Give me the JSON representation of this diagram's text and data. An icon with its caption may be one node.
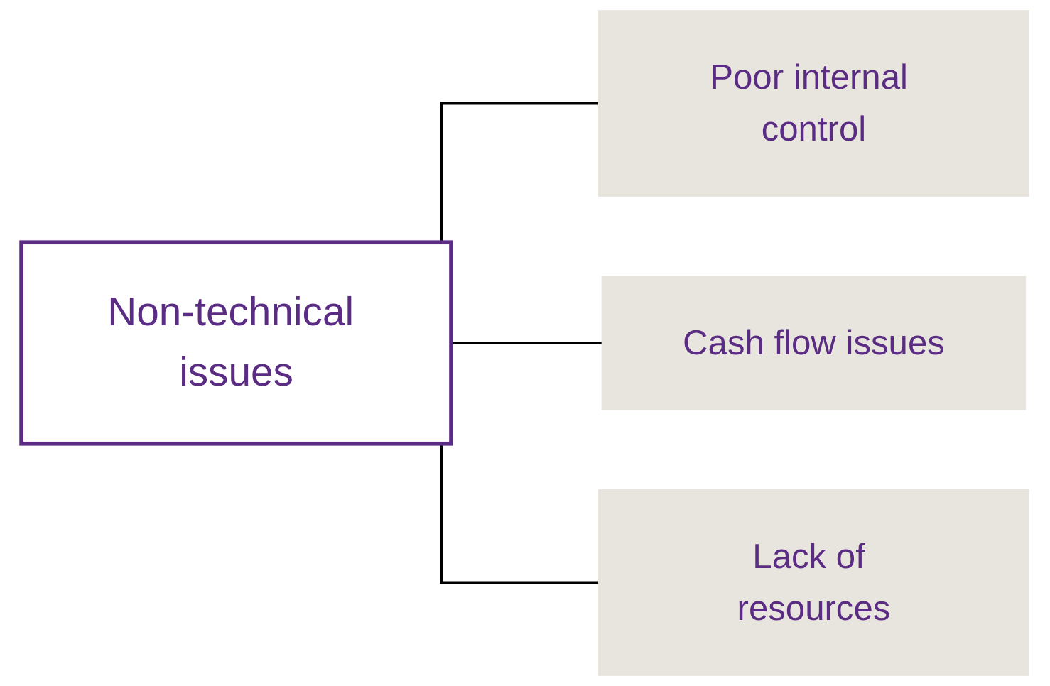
{
  "diagram": {
    "nodes": [
      {
        "text": [
          "Non-technical issues"
        ]
      },
      {
        "text": [
          "Poor internal control"
        ]
      },
      {
        "text": [
          "Cash flow issues"
        ]
      },
      {
        "text": [
          "Lack of resources"
        ]
      }
    ],
    "edges": [
      {
        "from": 0,
        "to": 1,
        "arrow": "none"
      },
      {
        "from": 0,
        "to": 2,
        "arrow": "none"
      },
      {
        "from": 0,
        "to": 3,
        "arrow": "none"
      }
    ]
  }
}
